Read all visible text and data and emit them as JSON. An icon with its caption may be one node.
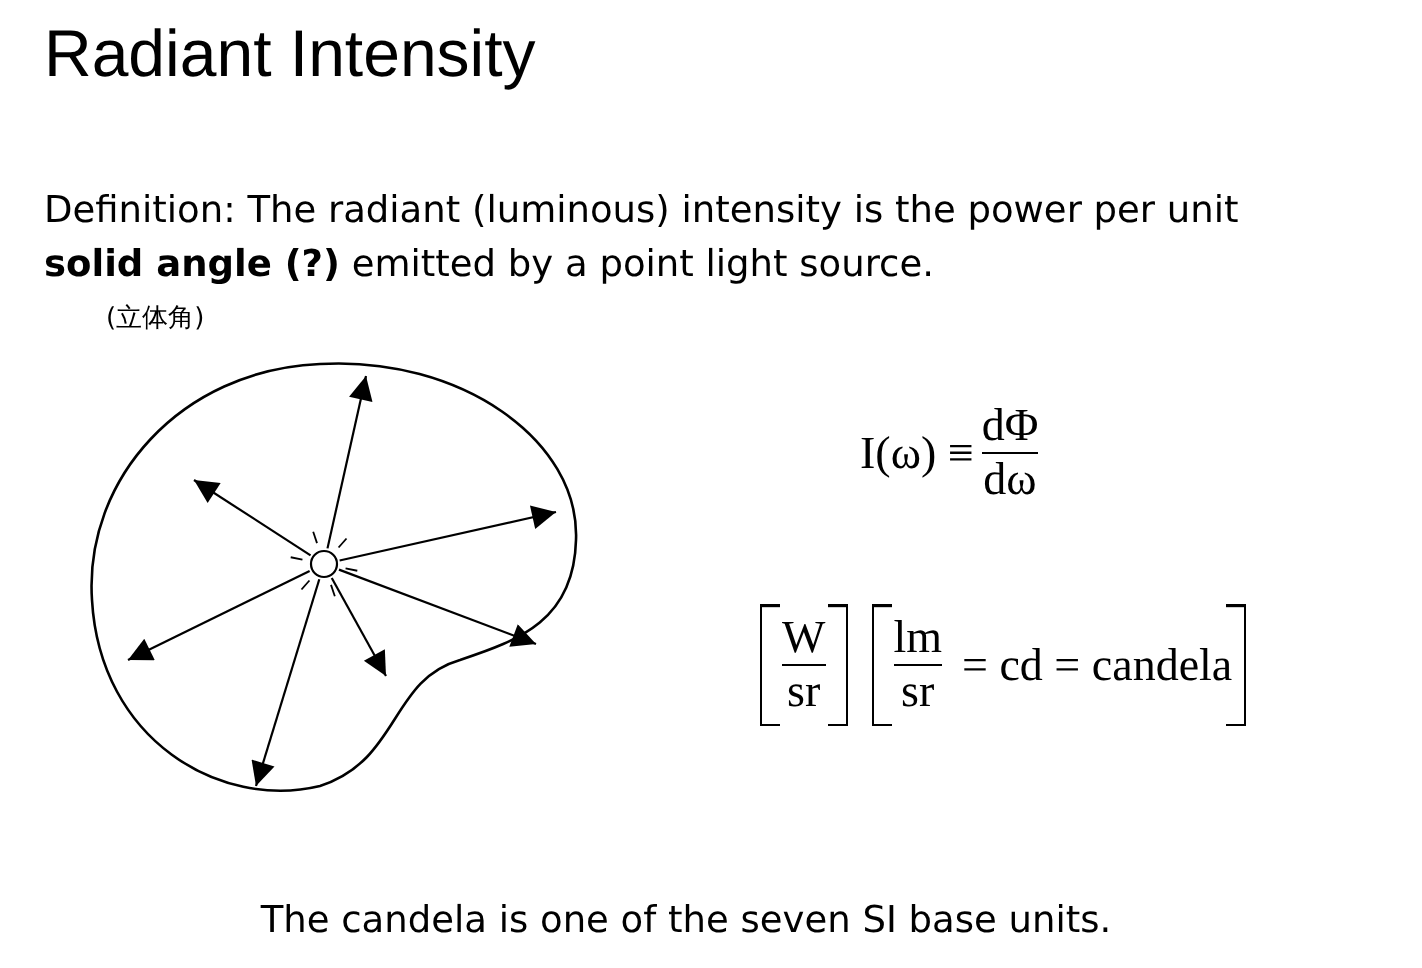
{
  "diagram": {
    "title": "Radiant Intensity",
    "labels": [
      "Definition: The radiant (luminous) intensity is the power per unit **solid angle (?)** emitted by a point light source.",
      "(立体角)",
      "I(ω) ≡",
      "dΦ",
      "dω",
      "W",
      "sr",
      "lm",
      "sr",
      "= cd = candela",
      "The candela is one of the seven SI base units."
    ]
  }
}
